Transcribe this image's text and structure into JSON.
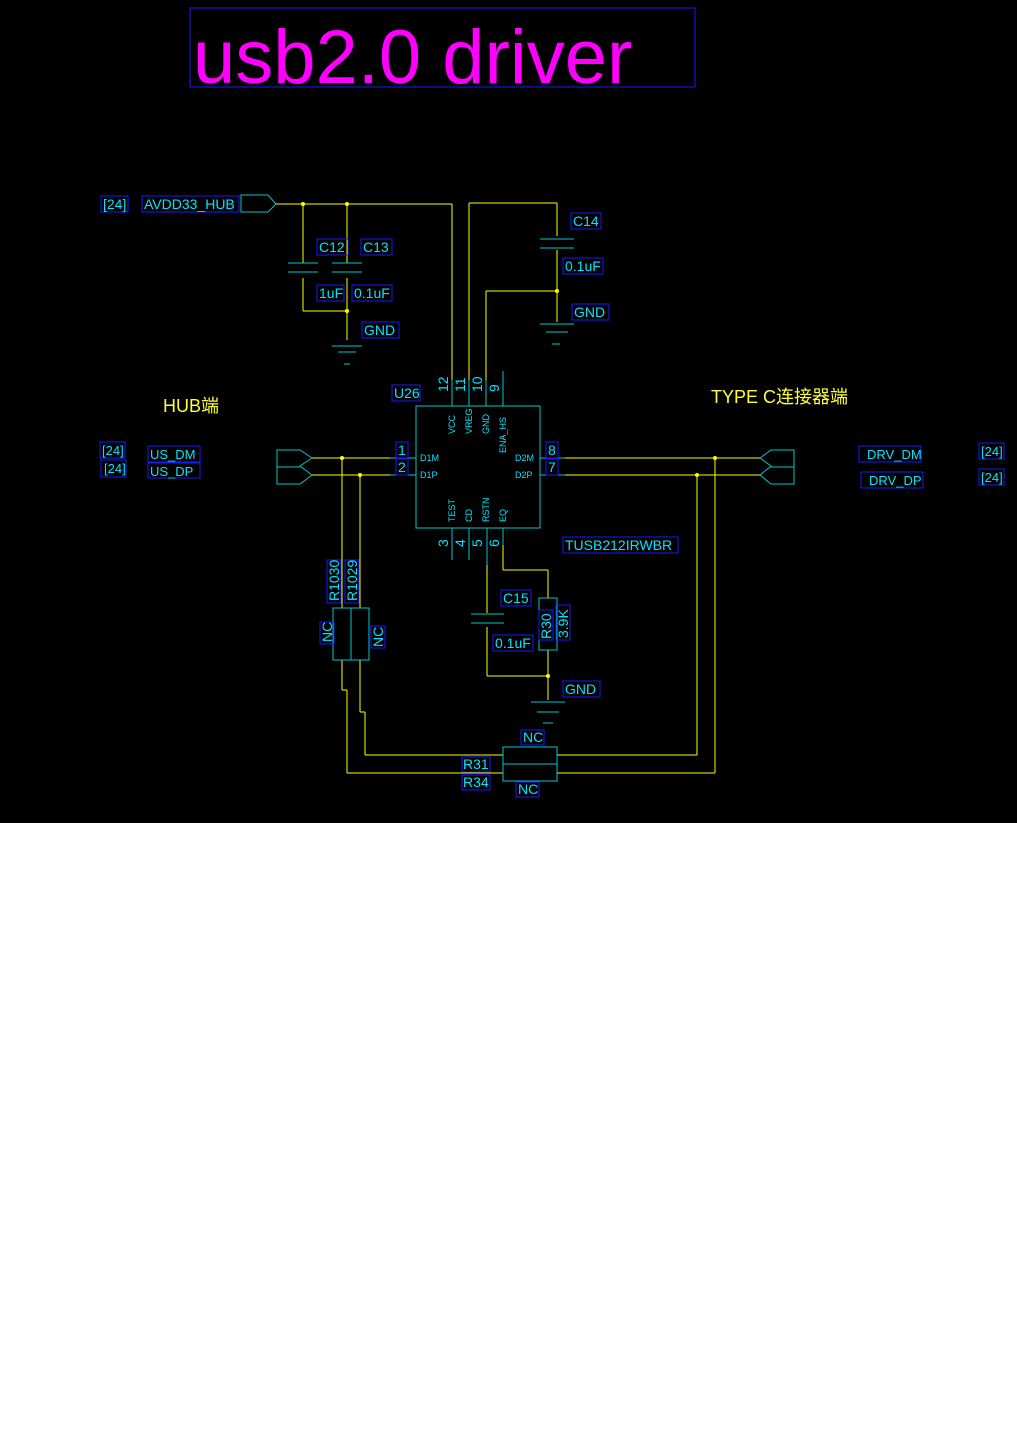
{
  "title": "usb2.0 driver",
  "colors": {
    "background": "#000000",
    "title": "#ff00ff",
    "wire": "#ffff00",
    "component": "#00c8c8",
    "label_text": "#00e5ff",
    "label_box": "#1a1aff",
    "heading": "#ffff33",
    "page_below": "#ffffff"
  },
  "headings": {
    "hub_side": "HUB端",
    "typec_side": "TYPE C连接器端"
  },
  "nets": {
    "power": "AVDD33_HUB",
    "power_ref": "[24]",
    "us_dm": "US_DM",
    "us_dm_ref": "[24]",
    "us_dp": "US_DP",
    "us_dp_ref": "[24]",
    "drv_dm": "DRV_DM",
    "drv_dm_ref": "[24]",
    "drv_dp": "DRV_DP",
    "drv_dp_ref": "[24]"
  },
  "ic": {
    "ref": "U26",
    "part": "TUSB212IRWBR",
    "pins_top": [
      {
        "num": "12",
        "name": "VCC"
      },
      {
        "num": "11",
        "name": "VREG"
      },
      {
        "num": "10",
        "name": "GND"
      },
      {
        "num": "9",
        "name": "ENA_HS"
      }
    ],
    "pins_bottom": [
      {
        "num": "3",
        "name": "TEST"
      },
      {
        "num": "4",
        "name": "CD"
      },
      {
        "num": "5",
        "name": "RSTN"
      },
      {
        "num": "6",
        "name": "EQ"
      }
    ],
    "pins_left": [
      {
        "num": "1",
        "name": "D1M"
      },
      {
        "num": "2",
        "name": "D1P"
      }
    ],
    "pins_right": [
      {
        "num": "8",
        "name": "D2M"
      },
      {
        "num": "7",
        "name": "D2P"
      }
    ]
  },
  "capacitors": {
    "c12": {
      "ref": "C12",
      "value": "1uF"
    },
    "c13": {
      "ref": "C13",
      "value": "0.1uF"
    },
    "c14": {
      "ref": "C14",
      "value": "0.1uF"
    },
    "c15": {
      "ref": "C15",
      "value": "0.1uF"
    }
  },
  "resistors": {
    "r30": {
      "ref": "R30",
      "value": "3.9K"
    },
    "r1030": {
      "ref": "R1030",
      "value": "NC"
    },
    "r1029": {
      "ref": "R1029",
      "value": "NC"
    },
    "r31": {
      "ref": "R31",
      "value": "NC"
    },
    "r34": {
      "ref": "R34",
      "value": "NC"
    }
  },
  "gnd_label": "GND"
}
